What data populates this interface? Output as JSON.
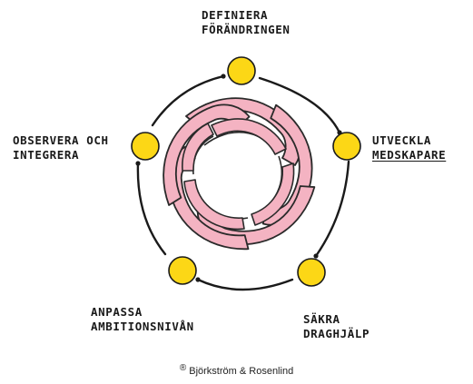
{
  "labels": {
    "define": {
      "line1": "Definiera",
      "line2": "förändringen"
    },
    "develop": {
      "line1": "Utveckla",
      "line2": "medskapare"
    },
    "secure": {
      "line1": "Säkra",
      "line2": "draghjälp"
    },
    "adjust": {
      "line1": "Anpassa",
      "line2": "ambitionsnivån"
    },
    "observe": {
      "line1": "Observera och",
      "line2": "integrera"
    }
  },
  "credit": {
    "symbol": "®",
    "text": "Björkström & Rosenlind"
  },
  "colors": {
    "node_fill": "#FCD716",
    "node_stroke": "#1a1a1a",
    "ring": "#1a1a1a",
    "ribbon_fill": "#F4B3C2",
    "ribbon_stroke": "#2a2a2a"
  },
  "ring_arrows": "clockwise"
}
